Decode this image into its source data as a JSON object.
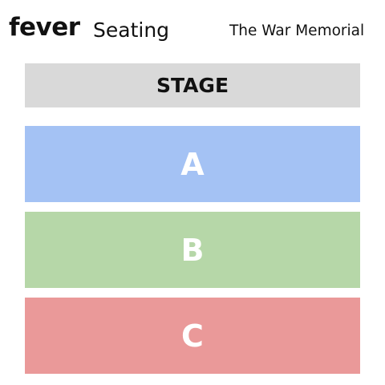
{
  "header": {
    "logo_text": "fever",
    "title": "Seating",
    "venue": "The War Memorial"
  },
  "stage": {
    "label": "STAGE",
    "color": "#d9d9d9"
  },
  "sections": [
    {
      "label": "A",
      "color": "#a4c2f4"
    },
    {
      "label": "B",
      "color": "#b6d7a8"
    },
    {
      "label": "C",
      "color": "#ea9999"
    }
  ]
}
